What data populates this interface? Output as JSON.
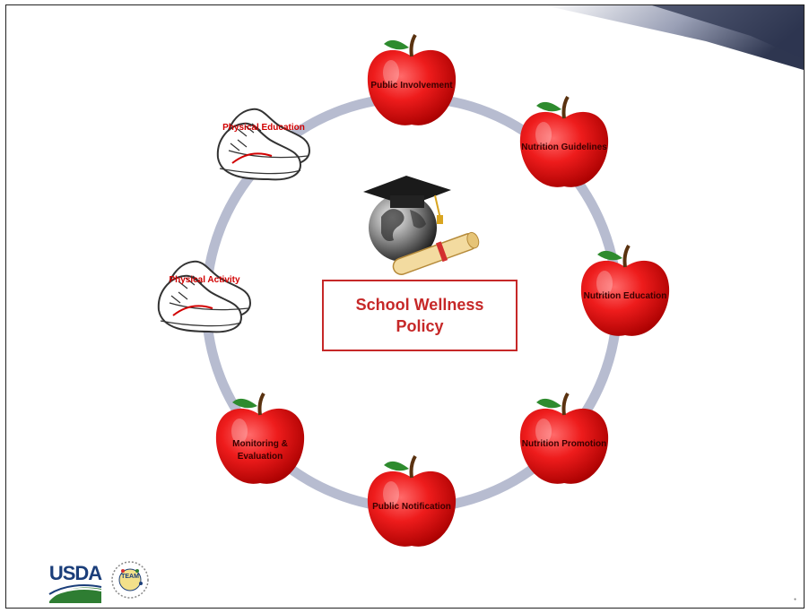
{
  "center_title": "School Wellness Policy",
  "nodes": {
    "public_involvement": "Public Involvement",
    "nutrition_guidelines": "Nutrition Guidelines",
    "nutrition_education": "Nutrition Education",
    "nutrition_promotion": "Nutrition Promotion",
    "public_notification": "Public Notification",
    "monitoring_evaluation": "Monitoring & Evaluation",
    "physical_activity": "Physical Activity",
    "physical_education": "Physical Education"
  },
  "logos": {
    "usda": "USDA",
    "team": "TEAM"
  },
  "colors": {
    "apple": "#e0181b",
    "ring": "#b7bcd0",
    "accent": "#c62828"
  },
  "icons": {
    "apple": "apple-icon",
    "shoe": "sneakers-icon",
    "center": "graduation-globe-icon"
  }
}
